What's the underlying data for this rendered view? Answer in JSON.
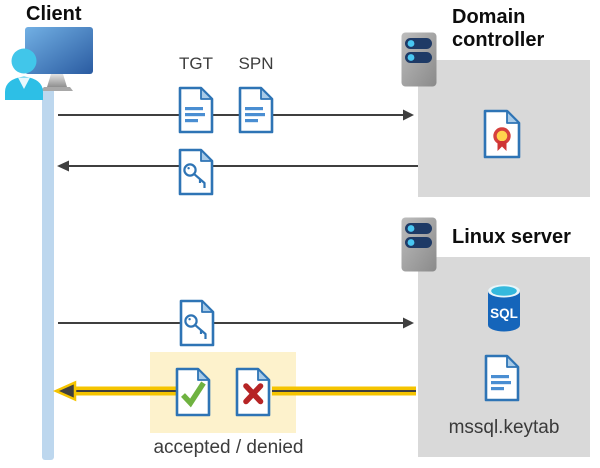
{
  "labels": {
    "client": "Client",
    "tgt": "TGT",
    "spn": "SPN",
    "domain_controller": "Domain controller",
    "linux_server": "Linux server",
    "sql": "SQL",
    "keytab": "mssql.keytab",
    "result": "accepted / denied"
  },
  "colors": {
    "doc_border": "#2e74b5",
    "doc_fold": "#a8cbe8",
    "doc_text_line": "#4a8ed2",
    "server_body_gray": "#a5a5a5",
    "server_pill_navy": "#1e3a66",
    "server_dot_cyan": "#49c7f2",
    "zone_box_gray": "#d9d9d9",
    "highlight_yellow_box": "#fdf2cc",
    "arrow_gray": "#3f3f3f",
    "arrow_highlight_yellow": "#f5c400",
    "timeline_blue": "#bdd7ee",
    "check_green": "#6fb240",
    "cross_red": "#b62425",
    "cert_gold": "#ffd34d",
    "cert_ribbon_red": "#d03a38",
    "sql_body_blue": "#1565ba",
    "sql_top_cyan": "#35b9dd",
    "monitor_blue": "#3f7cc0",
    "person_cyan": "#2dbfe6"
  }
}
